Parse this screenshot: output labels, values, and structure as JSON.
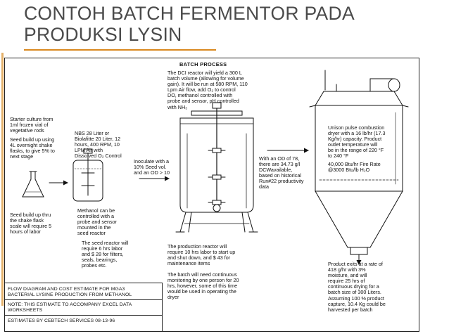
{
  "slide": {
    "title_line1": "CONTOH BATCH FERMENTOR PADA",
    "title_line2": "PRODUKSI LYSIN"
  },
  "diagram": {
    "header": "BATCH PROCESS",
    "starter_culture": "Starter culture from\n1ml frozen vial of\nvegetative rods",
    "seed_build_4l": "Seed build up using\n4L overnight shake\nflasks, to give 5% to\nnext stage",
    "seed_shake_flask": "Seed build up thru\nthe shake flask\nscale will require 5\nhours of labor",
    "nbs_seed": "NBS 28 Liter or\nBiolafitte 20 Liter, 12\nhours, 400 RPM, 10\nLPM Air with\nDissolved O₂ Control",
    "methanol_seed": "Methanol can be\ncontrolled with a\nprobe and sensor\nmounted in the\nseed reactor",
    "inoculate": "Inoculate with a\n10% Seed vol.\nand an OD > 10",
    "seed_labor": "The seed reactor will\nrequire 6 hrs labor\nand $ 28 for filters,\nseals, bearings,\nprobes etc.",
    "dci_reactor": "The DCI reactor will yield a 300 L\nbatch volume (allowing for volume\ngain). It will be run at 580 RPM, 110\nLpm Air flow, add O₂ to control\nDO, methanol controlled with\nprobe and sensor, pH controlled\nwith NH₃",
    "od_note": "With an OD of 78,\nthere are 34.73 g/l\nDCWavailable,\nbased on historical\nRun#22 productivity\ndata",
    "production_labor": "The production reactor will\nrequire 10 hrs labor to start up\nand shut down, and $ 43 for\nmaintenance items",
    "monitoring": "The batch will need continuous\nmonitoring by one person for 20\nhrs, however, some of this time\nwould be used in operating the\ndryer",
    "dryer_spec": "Unison pulse combustion\ndryer with a 16 lb/hr (17.3\nKg/hr) capacity.  Product\noutlet temperature will\nbe in the range of 220 °F\nto 240 °F",
    "fire_rate": "40,000 Btu/hr Fire Rate\n@3000 Btu/lb H₂O",
    "product_exit": "Product exits at a rate of\n418 g/hr with 3%\nmoisture, and will\nrequire 25 hrs of\ncontinuous drying for a\nbatch size of 300 Liters.\nAssuming 100 % product\ncapture, 10.4 Kg could be\nharvested per batch"
  },
  "footer": {
    "line1": "FLOW DIAGRAM AND COST ESTIMATE FOR MGA3\nBACTERIAL LYSINE PRODUCTION FROM METHANOL",
    "line2": "NOTE: THIS ESTIMATE TO ACCOMPANY EXCEL DATA\nWORKSHEETS",
    "line3": "ESTIMATES BY CEBTECH SERVICES  08-13-96"
  }
}
